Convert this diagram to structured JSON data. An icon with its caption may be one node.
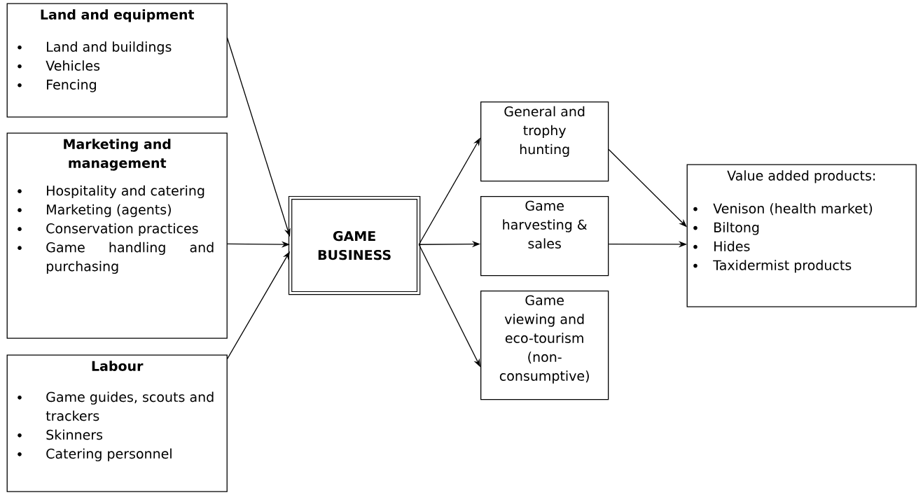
{
  "diagram": {
    "nodes": [
      {
        "text": [
          "Land and equipment",
          "Land and buildings",
          "Vehicles",
          "Fencing"
        ]
      },
      {
        "text": [
          "Marketing and management",
          "Hospitality and catering",
          "Marketing (agents)",
          "Conservation practices",
          "Game handling and purchasing"
        ]
      },
      {
        "text": [
          "Labour",
          "Game guides, scouts and trackers",
          "Skinners",
          "Catering personnel"
        ]
      },
      {
        "text": [
          "GAME BUSINESS"
        ]
      },
      {
        "text": [
          "General and trophy hunting"
        ]
      },
      {
        "text": [
          "Game harvesting & sales"
        ]
      },
      {
        "text": [
          "Game viewing and eco-tourism (non-consumptive)"
        ]
      },
      {
        "text": [
          "Value added products:",
          "Venison (health market)",
          "Biltong",
          "Hides",
          "Taxidermist products"
        ]
      }
    ],
    "edges": [
      {
        "from": 0,
        "to": 3,
        "arrow": "to"
      },
      {
        "from": 1,
        "to": 3,
        "arrow": "to"
      },
      {
        "from": 2,
        "to": 3,
        "arrow": "to"
      },
      {
        "from": 3,
        "to": 4,
        "arrow": "to"
      },
      {
        "from": 3,
        "to": 5,
        "arrow": "to"
      },
      {
        "from": 3,
        "to": 6,
        "arrow": "to"
      },
      {
        "from": 4,
        "to": 7,
        "arrow": "to"
      },
      {
        "from": 5,
        "to": 7,
        "arrow": "to"
      }
    ]
  }
}
